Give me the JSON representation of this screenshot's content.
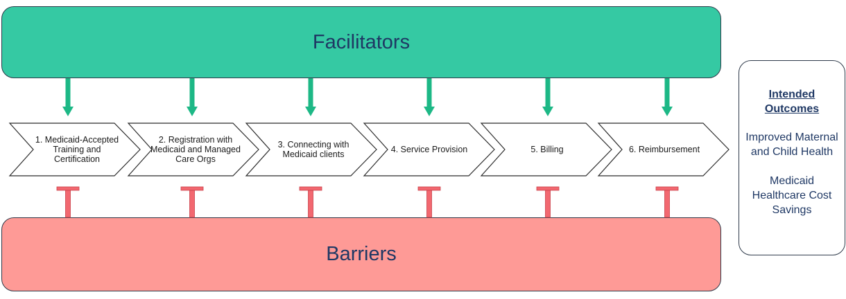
{
  "colors": {
    "facilitator_fill": "#35c9a3",
    "barrier_fill": "#fe9a96",
    "arrow_green": "#1db886",
    "blocker_red": "#f26870",
    "text_navy": "#1f3864"
  },
  "facilitators": {
    "label": "Facilitators"
  },
  "barriers": {
    "label": "Barriers"
  },
  "steps": [
    {
      "label": "1. Medicaid-Accepted Training and Certification"
    },
    {
      "label": "2. Registration with Medicaid and Managed Care Orgs"
    },
    {
      "label": "3. Connecting with Medicaid clients"
    },
    {
      "label": "4. Service Provision"
    },
    {
      "label": "5. Billing"
    },
    {
      "label": "6. Reimbursement"
    }
  ],
  "outcomes": {
    "title": "Intended Outcomes",
    "items": [
      "Improved Maternal and Child Health",
      "Medicaid Healthcare Cost Savings"
    ]
  }
}
